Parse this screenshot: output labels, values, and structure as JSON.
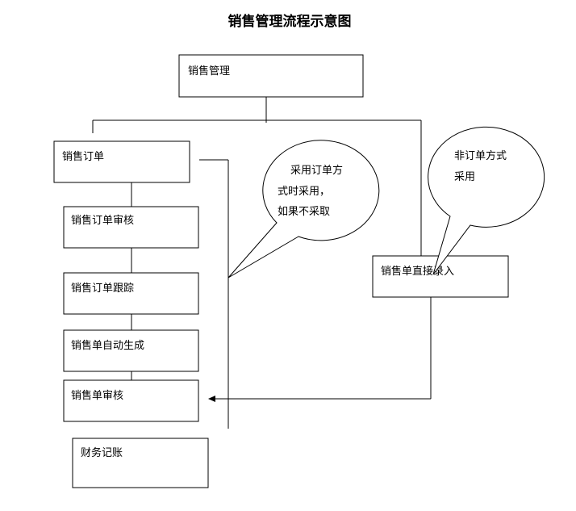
{
  "diagram": {
    "title": "销售管理流程示意图",
    "nodes": {
      "sales_management": "销售管理",
      "sales_order": "销售订单",
      "order_review": "销售订单审核",
      "order_tracking": "销售订单跟踪",
      "auto_generate": "销售单自动生成",
      "sales_slip_review": "销售单审核",
      "finance_posting": "财务记账",
      "direct_entry": "销售单直接录入"
    },
    "callouts": {
      "order_mode": {
        "line1": "采用订单方",
        "line2": "式时采用，",
        "line3": "如果不采取"
      },
      "non_order_mode": {
        "line1": "非订单方式",
        "line2": "采用"
      }
    }
  }
}
